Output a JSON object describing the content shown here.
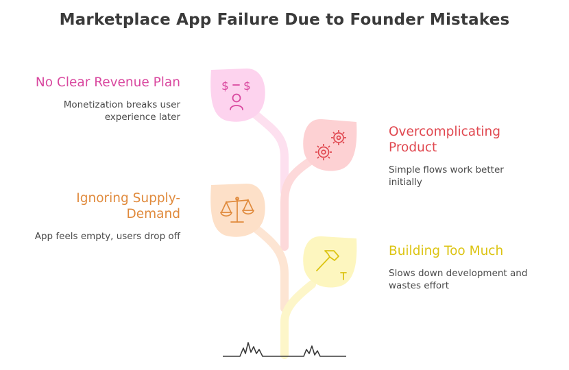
{
  "title": "Marketplace App Failure Due to Founder Mistakes",
  "items": [
    {
      "heading": "No Clear Revenue Plan",
      "description_lines": [
        "Monetization breaks user",
        "experience later"
      ],
      "icon": "money-person-icon",
      "color": "#d9489f",
      "leaf_fill": "#fdd3ee"
    },
    {
      "heading_lines": [
        "Overcomplicating",
        "Product"
      ],
      "description_lines": [
        "Simple flows work better",
        "initially"
      ],
      "icon": "gears-icon",
      "color": "#e0474f",
      "leaf_fill": "#fdd1d3"
    },
    {
      "heading_lines": [
        "Ignoring Supply-",
        "Demand"
      ],
      "description": "App feels empty, users drop off",
      "icon": "balance-scale-icon",
      "color": "#e08a3c",
      "leaf_fill": "#fde0c8"
    },
    {
      "heading": "Building Too Much",
      "description_lines": [
        "Slows down development and",
        "wastes effort"
      ],
      "icon": "hammer-nail-icon",
      "color": "#dcc413",
      "leaf_fill": "#fdf6bf"
    }
  ]
}
